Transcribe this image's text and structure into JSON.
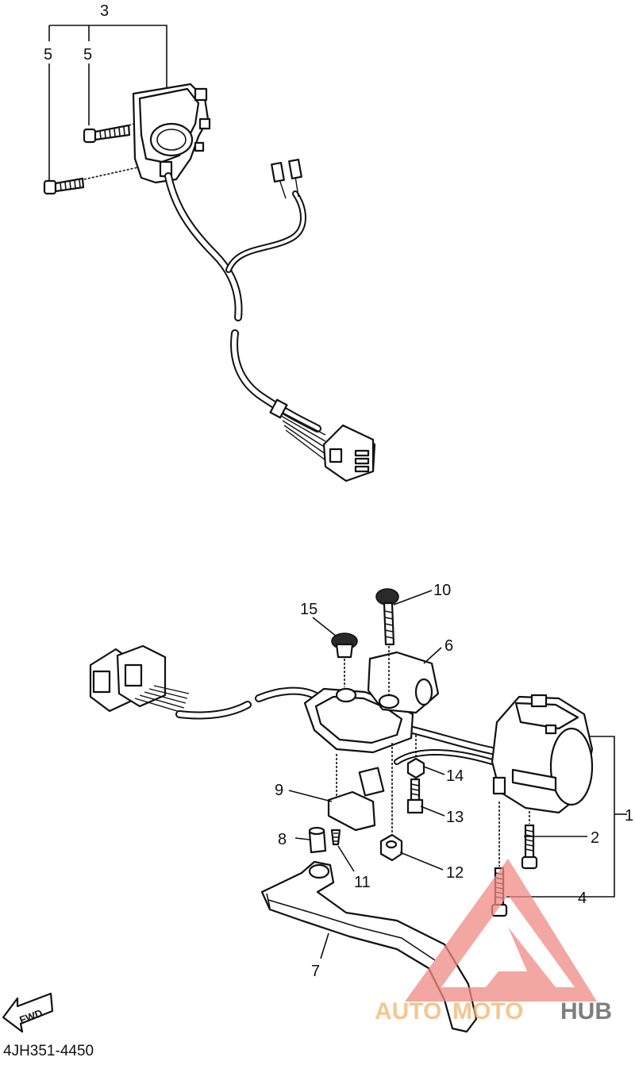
{
  "diagram": {
    "drawing_code": "4JH351-4450",
    "direction_label": "FWD",
    "callouts": [
      {
        "id": "c1",
        "label": "1"
      },
      {
        "id": "c2",
        "label": "2"
      },
      {
        "id": "c3",
        "label": "3"
      },
      {
        "id": "c4",
        "label": "4"
      },
      {
        "id": "c5a",
        "label": "5"
      },
      {
        "id": "c5b",
        "label": "5"
      },
      {
        "id": "c6",
        "label": "6"
      },
      {
        "id": "c7",
        "label": "7"
      },
      {
        "id": "c8",
        "label": "8"
      },
      {
        "id": "c9",
        "label": "9"
      },
      {
        "id": "c10",
        "label": "10"
      },
      {
        "id": "c11",
        "label": "11"
      },
      {
        "id": "c12",
        "label": "12"
      },
      {
        "id": "c13",
        "label": "13"
      },
      {
        "id": "c14",
        "label": "14"
      },
      {
        "id": "c15",
        "label": "15"
      }
    ]
  },
  "watermark": {
    "part1": "AUTO",
    "part2": "MOTO",
    "part3": "HUB",
    "colors": {
      "logo": "#f08a84",
      "auto": "#f2b36b",
      "moto": "#f2b36b",
      "hub": "#555555"
    }
  }
}
